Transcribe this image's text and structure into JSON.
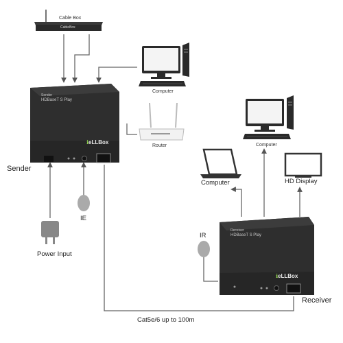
{
  "labels": {
    "cable_box": "Cable Box",
    "cable_box_front": "CableBox",
    "computer_top": "Computer",
    "router": "Router",
    "computer_right": "Computer",
    "sender": "Sender",
    "ie": "IE",
    "power_input": "Power Input",
    "computer_laptop": "Computer",
    "hd_display": "HD Display",
    "ir": "IR",
    "receiver": "Receiver",
    "cable": "Cat5e/6 up to 100m"
  },
  "sender_unit": {
    "model_top": "Sender",
    "model": "HDBaseT S Play",
    "brand_prefix": "ℹ",
    "brand": "eLLBox"
  },
  "receiver_unit": {
    "model_top": "Receiver",
    "model": "HDBaseT S Play",
    "brand_prefix": "ℹ",
    "brand": "eLLBox"
  },
  "colors": {
    "device_body": "#2b2b2b",
    "device_top": "#3a3a3a",
    "wire": "#555555",
    "accent": "#8fd14f"
  }
}
